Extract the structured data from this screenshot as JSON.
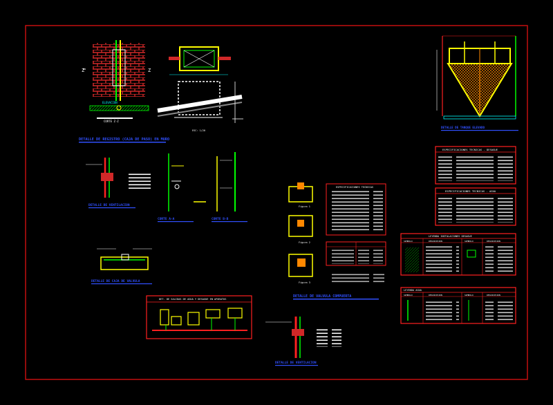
{
  "colors": {
    "background": "#000000",
    "frame": "#d01010",
    "title": "#3050ff",
    "white": "#ffffff",
    "yellow": "#ffff00",
    "green": "#00ff00",
    "cyan": "#00ffff",
    "red": "#ff2020",
    "orange": "#ff8800",
    "magenta": "#ff30ff",
    "brick": "#d02828"
  },
  "detail_titles": {
    "box": "DETALLE DE REGISTRO (CAJA DE PASO) EN MURO",
    "tank": "DETALLE DE TANQUE ELEVADO",
    "ventilation_left": "DETALLE DE VENTILACION",
    "section_a": "CORTE A-A",
    "section_b": "CORTE B-B",
    "valve_box": "DETALLE DE CAJA DE VALVULA",
    "sanitary_fixtures": "DET. DE SALIDAS DE AGUA Y DESAGUE EN APARATOS",
    "valve_compuerta": "DETALLE DE VALVULA COMPUERTA",
    "ventilation_right": "DETALLE DE VENTILACION",
    "specs_drainage": "ESPECIFICACIONES TECNICAS - DESAGUE",
    "specs_water": "ESPECIFICACIONES TECNICAS - AGUA",
    "legend_drainage": "LEYENDA INSTALACIONES DESAGUE",
    "legend_water": "LEYENDA AGUA",
    "valve_specs": "ESPECIFICACIONES TECNICAS"
  },
  "labels": {
    "elevation": "ELEVACION",
    "section_cut": "CORTE Z-Z",
    "scale": "ESC: 1/20",
    "z": "Z",
    "figure_1": "Figura 1",
    "figure_2": "Figura 2",
    "figure_3": "Figura 3"
  },
  "legend_headers": [
    "SIMBOLO",
    "DESCRIPCION",
    "SIMBOLO",
    "DESCRIPCION"
  ]
}
